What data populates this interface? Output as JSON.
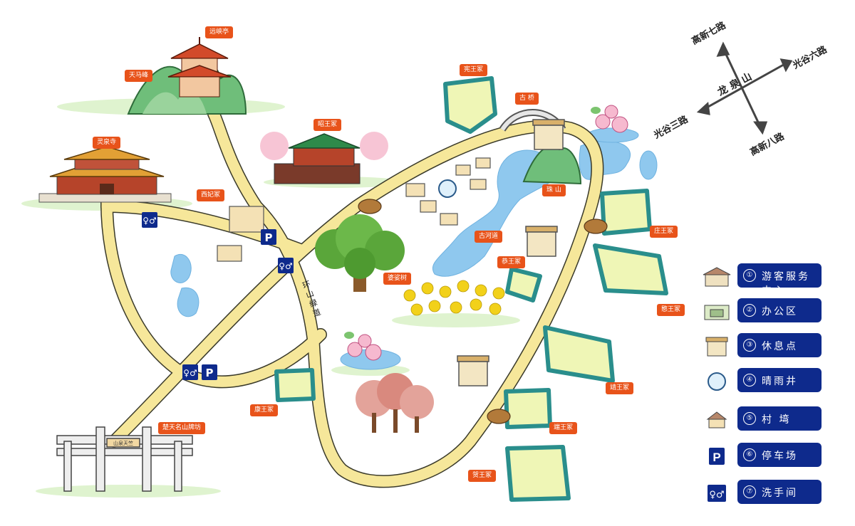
{
  "labels": {
    "yuanxiating": "远峡亭",
    "tianmafeng": "天马峰",
    "lingquansi": "灵泉寺",
    "xifeizhong": "西妃冢",
    "zhaowangzhong": "昭王冢",
    "xianwangzhong": "宪王冢",
    "guqiao": "古  桥",
    "zhushan": "珠  山",
    "zhuangwangzhong": "庄王冢",
    "guhedao": "古河道",
    "gongwangzhong": "恭王冢",
    "posuoshu": "婆娑树",
    "minwangzhong": "愍王冢",
    "jingwangzhong": "靖王冢",
    "kangwangzhong": "康王冢",
    "duanwangzhong": "端王冢",
    "hewangzhong": "贺王冢",
    "paifang": "楚天名山牌坊",
    "trail": "环山绿道",
    "arch_plaque": "山泉天竺"
  },
  "compass": {
    "north_road": "高新七路",
    "east_road": "光谷六路",
    "west_road": "光谷三路",
    "south_road": "高新八路",
    "mountain": "龙  泉  山"
  },
  "legend": [
    {
      "num": "①",
      "text": "游客服务中心",
      "icon": "visitor-center-icon"
    },
    {
      "num": "②",
      "text": "办公区",
      "icon": "office-icon"
    },
    {
      "num": "③",
      "text": "休息点",
      "icon": "rest-pavilion-icon"
    },
    {
      "num": "④",
      "text": "晴雨井",
      "icon": "well-icon"
    },
    {
      "num": "⑤",
      "text": "村  塆",
      "icon": "village-icon"
    },
    {
      "num": "⑥",
      "text": "停车场",
      "icon": "parking-icon"
    },
    {
      "num": "⑦",
      "text": "洗手间",
      "icon": "restroom-icon"
    }
  ],
  "colors": {
    "road": "#f6e79a",
    "road_edge": "#3a3a2a",
    "water": "#8fc8ee",
    "tomb": "#eff6b6",
    "tomb_edge": "#2a8e8c",
    "tag": "#e8531a",
    "legend": "#0e2a8c"
  }
}
